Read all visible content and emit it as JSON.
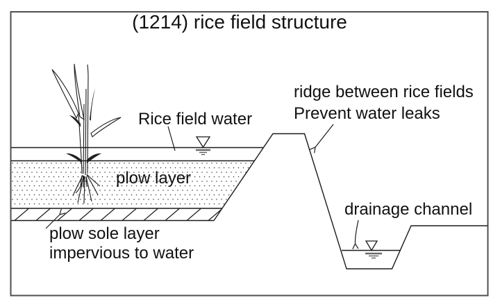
{
  "title": "(1214) rice field structure",
  "labels": {
    "rice_field_water": "Rice field water",
    "ridge_line1": "ridge between rice fields",
    "ridge_line2": "Prevent water leaks",
    "plow_layer": "plow layer",
    "plow_sole_line1": "plow sole layer",
    "plow_sole_line2": "impervious to water",
    "drainage_channel": "drainage channel"
  },
  "symbols": {
    "water_level_left": "water-level-symbol",
    "water_level_right": "water-level-symbol",
    "plant": "rice-plant-sketch"
  },
  "colors": {
    "background": "#ffffff",
    "line": "#1a1a1a",
    "text": "#111111",
    "border": "#4f4f4f",
    "stipple": "#333333"
  }
}
